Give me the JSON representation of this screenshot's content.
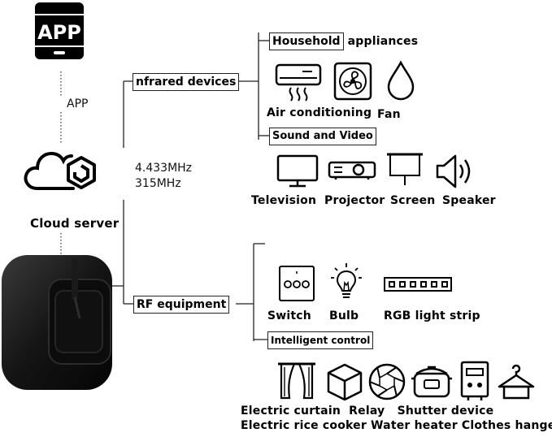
{
  "app": {
    "icon_text": "APP",
    "label": "APP"
  },
  "cloud": {
    "label": "Cloud server"
  },
  "frequencies": {
    "line1": "4.433MHz",
    "line2": "315MHz"
  },
  "infrared": {
    "box_label": "nfrared devices",
    "household": {
      "box_part": "Household",
      "rest": " appliances",
      "items": [
        {
          "label": "Air conditioning",
          "icon": "air-conditioner-icon"
        },
        {
          "label": "Fan",
          "icon": "fan-icon"
        },
        {
          "label": "",
          "icon": "water-drop-icon"
        }
      ]
    },
    "av": {
      "box_label": "Sound and Video",
      "items": [
        {
          "label": "Television",
          "icon": "television-icon"
        },
        {
          "label": "Projector",
          "icon": "projector-icon"
        },
        {
          "label": "Screen",
          "icon": "projection-screen-icon"
        },
        {
          "label": "Speaker",
          "icon": "speaker-icon"
        }
      ]
    }
  },
  "rf": {
    "box_label": "RF equipment",
    "items": [
      {
        "label": "Switch",
        "icon": "wall-switch-icon"
      },
      {
        "label": "Bulb",
        "icon": "bulb-icon"
      },
      {
        "label": "RGB light strip",
        "icon": "led-strip-icon"
      }
    ],
    "intelligent": {
      "box_label": "Intelligent control",
      "icons": [
        "curtain-icon",
        "relay-box-icon",
        "shutter-icon",
        "rice-cooker-icon",
        "water-heater-icon",
        "clothes-hanger-icon"
      ],
      "line1": "Electric curtain  Relay   Shutter device",
      "line2": "Electric rice cooker Water heater Clothes hanger"
    }
  }
}
